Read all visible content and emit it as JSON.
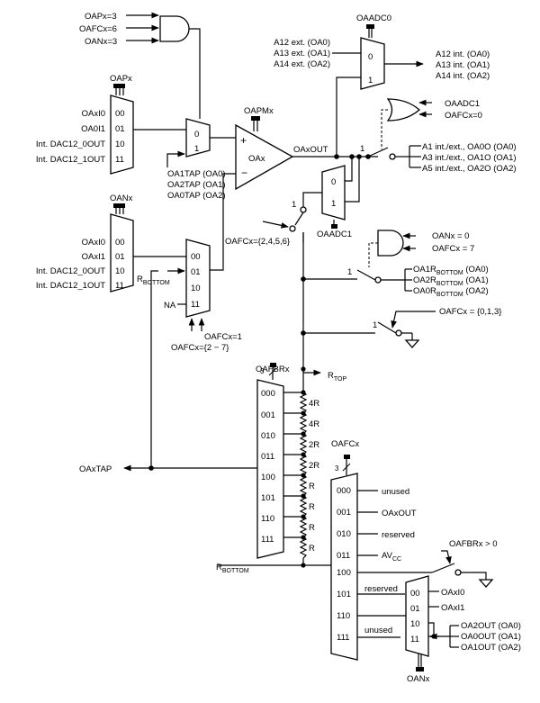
{
  "opamp": {
    "name": "OAx",
    "plus": "+",
    "minus": "−",
    "mux_top_label": "OAPMx",
    "out_label": "OAxOUT"
  },
  "and_top": {
    "inputs": [
      "OAPx=3",
      "OAFCx=6",
      "OANx=3"
    ]
  },
  "mux_p": {
    "label": "OAPx",
    "codes": [
      "00",
      "01",
      "10",
      "11"
    ],
    "inputs": [
      "OAxI0",
      "OA0I1",
      "Int. DAC12_0OUT",
      "Int. DAC12_1OUT"
    ]
  },
  "mux_pm": {
    "codes": [
      "0",
      "1"
    ],
    "inputs": [
      "OA1TAP (OA0)",
      "OA2TAP (OA1)",
      "OA0TAP (OA2)"
    ]
  },
  "mux_n": {
    "label": "OANx",
    "codes": [
      "00",
      "01",
      "10",
      "11"
    ],
    "inputs": [
      "OAxI0",
      "OAxI1",
      "Int. DAC12_0OUT",
      "Int. DAC12_1OUT"
    ]
  },
  "mux_nm": {
    "codes": [
      "00",
      "01",
      "10",
      "11"
    ],
    "rbottom_main": "R",
    "rbottom_sub": "BOTTOM",
    "na": "NA",
    "ctrl1": "OAFCx=1",
    "ctrl2": "OAFCx={2 − 7}"
  },
  "mux_adc0": {
    "label": "OAADC0",
    "codes": [
      "0",
      "1"
    ],
    "inputs": [
      "A12 ext. (OA0)",
      "A13 ext. (OA1)",
      "A14 ext. (OA2)"
    ],
    "outputs": [
      "A12 int. (OA0)",
      "A13 int. (OA1)",
      "A14 int. (OA2)"
    ]
  },
  "or_gate": {
    "inputs": [
      "OAADC1",
      "OAFCx=0"
    ]
  },
  "out_switch": {
    "num": "1",
    "outputs": [
      "A1 int./ext., OA0O (OA0)",
      "A3 int./ext., OA1O (OA1)",
      "A5 int./ext., OA2O (OA2)"
    ]
  },
  "mux_adc1": {
    "label": "OAADC1",
    "codes": [
      "0",
      "1"
    ]
  },
  "fb_switch": {
    "num": "1",
    "label": "OAFCx={2,4,5,6}"
  },
  "and_mid": {
    "inputs": [
      "OANx = 0",
      "OAFCx = 7"
    ]
  },
  "rb_switch": {
    "num": "1",
    "outputs": [
      {
        "main": "OA1R",
        "sub": "BOTTOM",
        "tail": " (OA0)"
      },
      {
        "main": "OA2R",
        "sub": "BOTTOM",
        "tail": " (OA1)"
      },
      {
        "main": "OA0R",
        "sub": "BOTTOM",
        "tail": " (OA2)"
      }
    ]
  },
  "gnd_switch": {
    "num": "1",
    "label": "OAFCx = {0,1,3}"
  },
  "ladder": {
    "label": "OAFBRx",
    "bits": "3",
    "codes": [
      "000",
      "001",
      "010",
      "011",
      "100",
      "101",
      "110",
      "111"
    ],
    "resistors": [
      "4R",
      "4R",
      "2R",
      "2R",
      "R",
      "R",
      "R",
      "R"
    ],
    "rtop_main": "R",
    "rtop_sub": "TOP",
    "rbottom_main": "R",
    "rbottom_sub": "BOTTOM",
    "tap": "OAxTAP"
  },
  "mux_fc": {
    "label": "OAFCx",
    "bits": "3",
    "codes": [
      "000",
      "001",
      "010",
      "011",
      "100",
      "101",
      "110",
      "111"
    ],
    "inputs": [
      "unused",
      "OAxOUT",
      "reserved",
      "AV",
      "",
      "reserved",
      "",
      "unused"
    ],
    "av_sub": "CC",
    "fbr_label": "OAFBRx > 0"
  },
  "mux_sub": {
    "label": "OANx",
    "codes": [
      "00",
      "01",
      "10",
      "11"
    ],
    "inputs": [
      "OAxI0",
      "OAxI1"
    ],
    "outs": [
      "OA2OUT (OA0)",
      "OA0OUT (OA1)",
      "OA1OUT (OA2)"
    ]
  }
}
